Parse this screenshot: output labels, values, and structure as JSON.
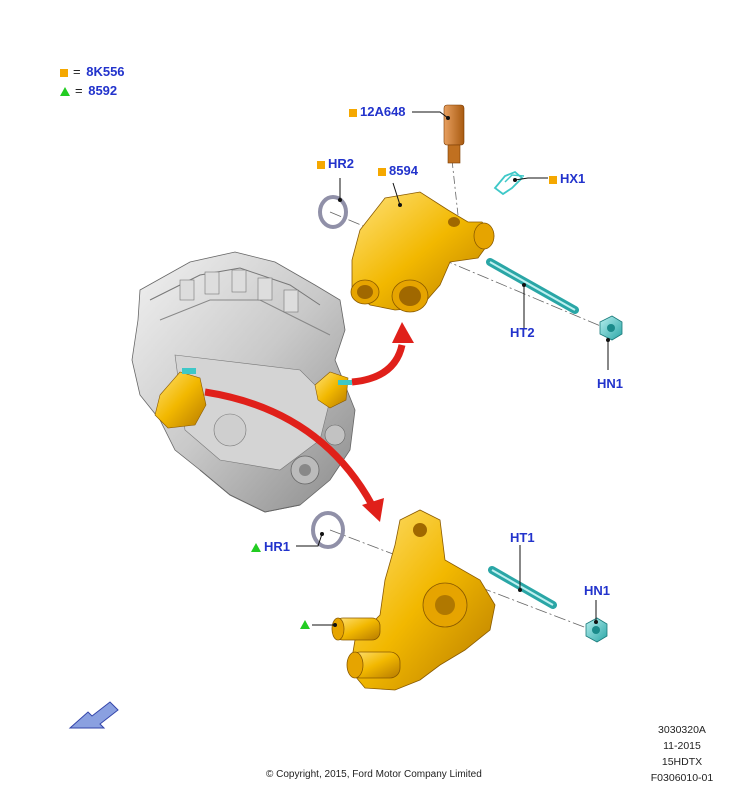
{
  "legend": [
    {
      "marker": "square",
      "eq": "=",
      "code": "8K556"
    },
    {
      "marker": "triangle",
      "eq": "=",
      "code": "8592"
    }
  ],
  "callouts": {
    "sensor": "12A648",
    "hr2": "HR2",
    "housing_upper": "8594",
    "hx1": "HX1",
    "ht2": "HT2",
    "hn1_upper": "HN1",
    "ht1": "HT1",
    "hr1": "HR1",
    "hn1_lower": "HN1"
  },
  "meta": {
    "ref": "3030320A",
    "date": "11-2015",
    "model": "15HDTX",
    "figure": "F0306010-01"
  },
  "copyright": "© Copyright, 2015, Ford Motor Company Limited",
  "colors": {
    "label": "#2233cc",
    "part_gold": "#f2b800",
    "part_teal": "#3ec8c8",
    "engine_gray": "#c8c8c8",
    "arrow_red": "#e0201a",
    "square_marker": "#f5a800",
    "triangle_marker": "#22cc22"
  }
}
